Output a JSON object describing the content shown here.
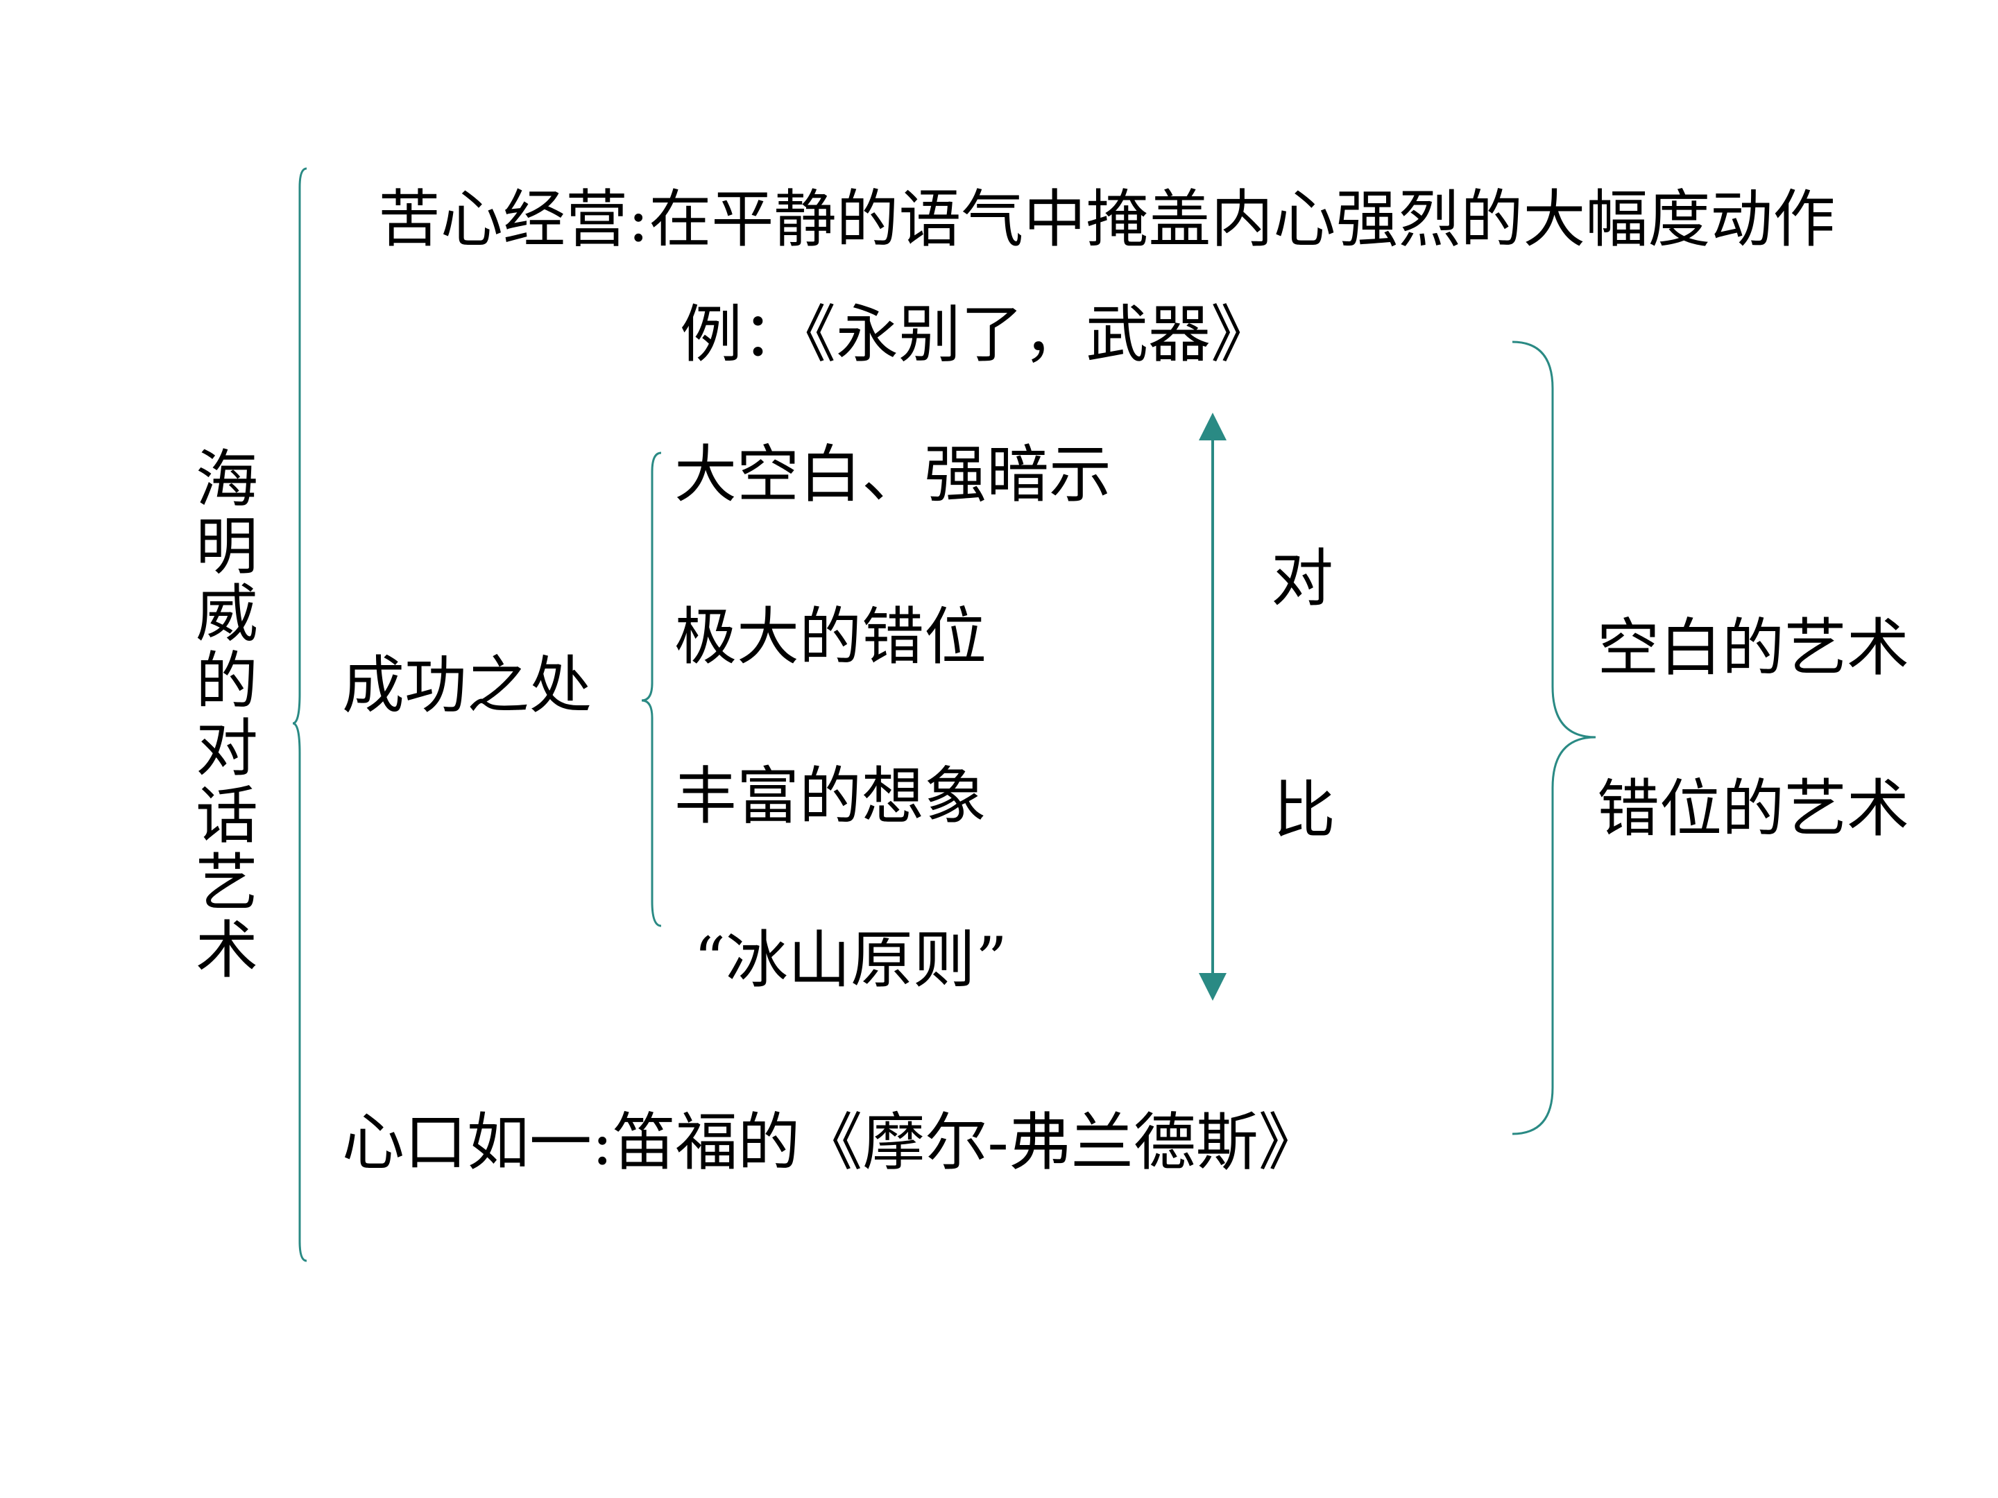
{
  "root": {
    "label_chars": [
      "海",
      "明",
      "威",
      "的",
      "对",
      "话",
      "艺",
      "术"
    ]
  },
  "branch_top": {
    "text": "苦心经营:在平静的语气中掩盖内心强烈的大幅度动作",
    "example": "例：《永别了，武器》"
  },
  "branch_middle": {
    "label": "成功之处",
    "items": [
      "大空白、强暗示",
      "极大的错位",
      "丰富的想象",
      "“冰山原则”"
    ]
  },
  "contrast": {
    "chars": [
      "对",
      "比"
    ]
  },
  "branch_bottom": {
    "text": "心口如一:笛福的《摩尔-弗兰德斯》"
  },
  "summary": {
    "items": [
      "空白的艺术",
      "错位的艺术"
    ]
  },
  "colors": {
    "line": "#2a8a84",
    "text": "#000000"
  }
}
